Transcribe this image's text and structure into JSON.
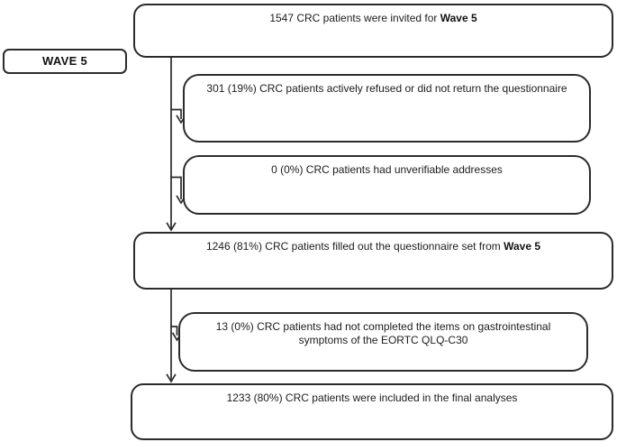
{
  "diagram": {
    "title_label": "WAVE 5",
    "stroke_color": "#2b2b2b",
    "boxes": {
      "invited": {
        "text": "1547 CRC patients were invited for ",
        "bold": "Wave 5"
      },
      "refused": {
        "text": "301 (19%) CRC patients actively refused or did not return the questionnaire",
        "bold": ""
      },
      "unverifiable": {
        "text": "0 (0%) CRC patients had unverifiable addresses",
        "bold": ""
      },
      "filled": {
        "text": "1246 (81%) CRC patients filled out the questionnaire set from ",
        "bold": "Wave 5"
      },
      "incomplete": {
        "text": "13 (0%) CRC patients had not completed the items on gastrointestinal symptoms of the EORTC QLQ-C30",
        "bold": ""
      },
      "final": {
        "text": "1233 (80%) CRC patients were included in the final analyses",
        "bold": ""
      }
    }
  }
}
